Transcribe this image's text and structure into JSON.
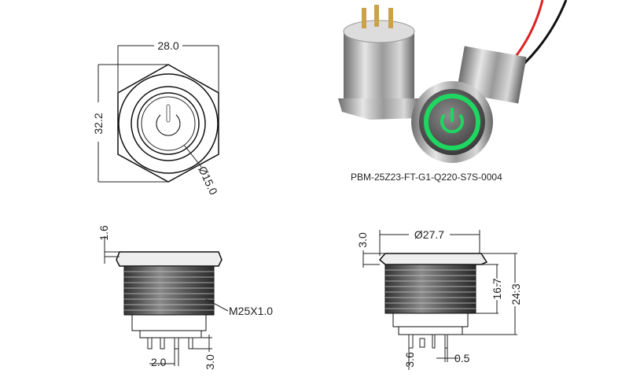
{
  "top_view": {
    "width_dim": "28.0",
    "height_dim": "32.2",
    "diameter_dim": "Ø15.0"
  },
  "photo": {
    "caption": "PBM-25Z23-FT-G1-Q220-S7S-0004",
    "led_color": "#1ed760"
  },
  "side_view_left": {
    "bezel_dim": "1.6",
    "thread_label": "M25X1.0",
    "pin_spacing_dim": "2.0",
    "pin_length_dim": "3.0"
  },
  "side_view_right": {
    "diameter_dim": "Ø27.7",
    "bezel_dim": "3.0",
    "thread_length_dim": "16.7",
    "total_length_dim": "24.3",
    "pin_dim": "3.6",
    "pin_width_dim": "0.5"
  }
}
